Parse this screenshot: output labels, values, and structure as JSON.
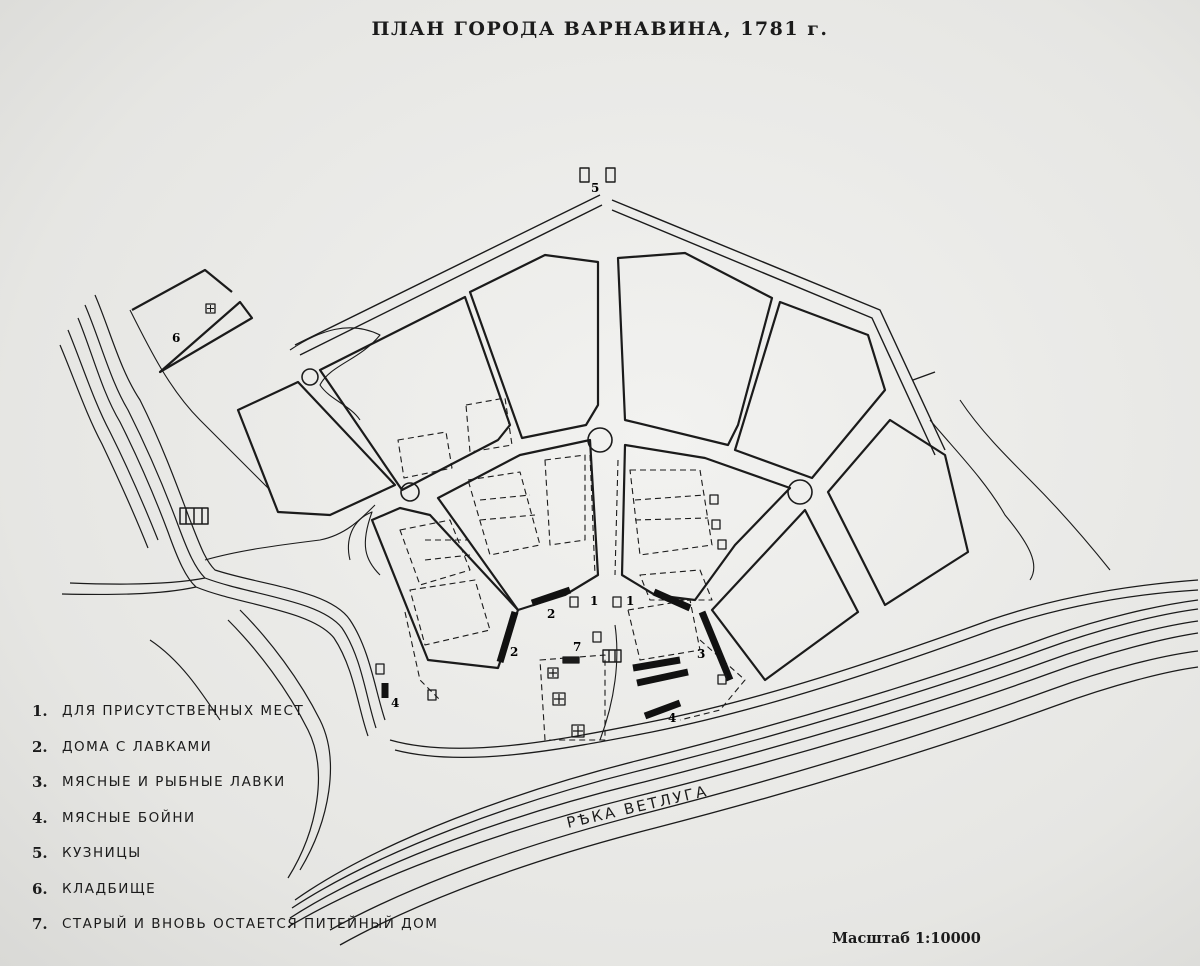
{
  "title": "ПЛАН ГОРОДА ВАРНАВИНА, 1781 г.",
  "river_label": "РѢКА ВЕТЛУГА",
  "scale": "Масштаб 1:10000",
  "legend": [
    {
      "num": "1.",
      "text": "ДЛЯ ПРИСУТСТВЕННЫХ МЕСТ"
    },
    {
      "num": "2.",
      "text": "ДОМА С ЛАВКАМИ"
    },
    {
      "num": "3.",
      "text": "МЯСНЫЕ И РЫБНЫЕ ЛАВКИ"
    },
    {
      "num": "4.",
      "text": "МЯСНЫЕ БОЙНИ"
    },
    {
      "num": "5.",
      "text": "КУЗНИЦЫ"
    },
    {
      "num": "6.",
      "text": "КЛАДБИЩЕ"
    },
    {
      "num": "7.",
      "text": "СТАРЫЙ И ВНОВЬ ОСТАЕТСЯ ПИТЕЙНЫЙ ДОМ"
    }
  ],
  "map_marks": {
    "m1a": "1",
    "m1b": "1",
    "m2a": "2",
    "m2b": "2",
    "m3": "3",
    "m4a": "4",
    "m4b": "4",
    "m5": "5",
    "m6": "6",
    "m7": "7"
  },
  "colors": {
    "ink": "#1b1b1b",
    "paper": "#eeeeec"
  }
}
